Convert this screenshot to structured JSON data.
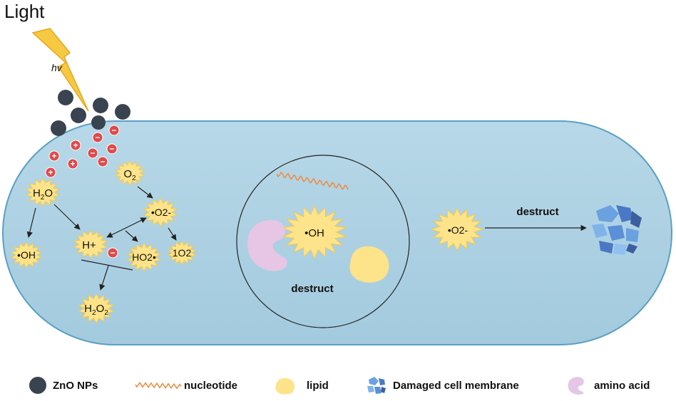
{
  "title": "Light",
  "light_symbol": "hv",
  "species": {
    "h2o_base": "H",
    "h2o_sub": "2",
    "h2o_tail": "O",
    "o2_base": "O",
    "o2_sub": "2",
    "oh": "•OH",
    "superoxide": "•O2-",
    "h_plus": "H+",
    "ho2": "HO2•",
    "singlet_o2": "1O2",
    "h2o2_base": "H",
    "h2o2_sub1": "2",
    "h2o2_mid": "O",
    "h2o2_sub2": "2",
    "oh_center": "•OH",
    "superoxide_right": "•O2-"
  },
  "charges": {
    "plus": "+",
    "minus": "−"
  },
  "labels": {
    "destruct_nucleus": "destruct",
    "destruct_membrane": "destruct"
  },
  "legend": {
    "items": [
      {
        "label": "ZnO NPs",
        "icon": "zno-nanoparticle-icon"
      },
      {
        "label": "nucleotide",
        "icon": "nucleotide-wave-icon"
      },
      {
        "label": "lipid",
        "icon": "lipid-blob-icon"
      },
      {
        "label": "Damaged cell membrane",
        "icon": "damaged-membrane-icon"
      },
      {
        "label": "amino acid",
        "icon": "amino-acid-icon"
      }
    ]
  },
  "colors": {
    "cell_fill": "#a9cfe0",
    "cell_stroke": "#5aa0c4",
    "starburst": "#fde38a",
    "starburst_stroke": "#f2c94c",
    "nanoparticle": "#3a4450",
    "charge": "#e04a4a",
    "lightning": "#f7c841",
    "nucleotide": "#f08a3c",
    "lipid": "#fde38a",
    "amino_acid": "#e6c6e4",
    "membrane_blue": "#5b8fd6"
  }
}
